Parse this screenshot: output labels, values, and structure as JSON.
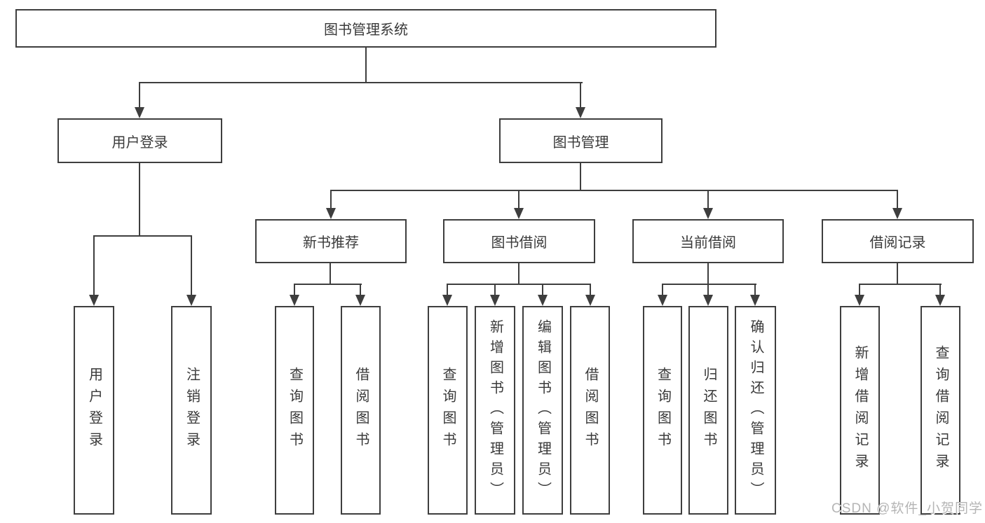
{
  "watermark": "CSDN @软件_小贺同学",
  "colors": {
    "line": "#3e3e3e",
    "text": "#3a3a3a",
    "background": "#ffffff",
    "watermark": "#b5b5b5"
  },
  "tree": {
    "label": "图书管理系统",
    "children": [
      {
        "label": "用户登录",
        "children": [
          {
            "label": "用户登录"
          },
          {
            "label": "注销登录"
          }
        ]
      },
      {
        "label": "图书管理",
        "children": [
          {
            "label": "新书推荐",
            "children": [
              {
                "label": "查询图书"
              },
              {
                "label": "借阅图书"
              }
            ]
          },
          {
            "label": "图书借阅",
            "children": [
              {
                "label": "查询图书"
              },
              {
                "label": "新增图书（管理员）"
              },
              {
                "label": "编辑图书（管理员）"
              },
              {
                "label": "借阅图书"
              }
            ]
          },
          {
            "label": "当前借阅",
            "children": [
              {
                "label": "查询图书"
              },
              {
                "label": "归还图书"
              },
              {
                "label": "确认归还（管理员）"
              }
            ]
          },
          {
            "label": "借阅记录",
            "children": [
              {
                "label": "新增借阅记录"
              },
              {
                "label": "查询借阅记录"
              }
            ]
          }
        ]
      }
    ]
  }
}
